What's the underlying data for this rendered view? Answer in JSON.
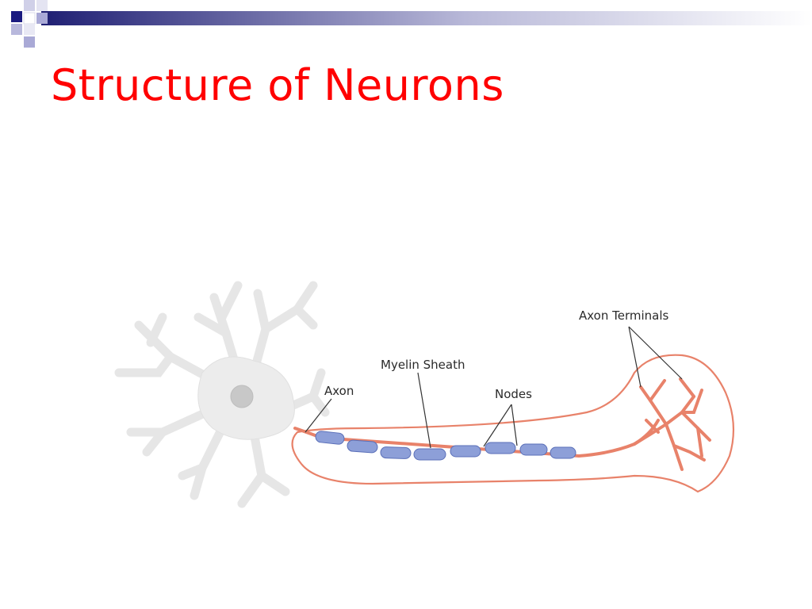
{
  "slide": {
    "title": "Structure of Neurons"
  },
  "diagram": {
    "labels": {
      "axon": "Axon",
      "myelin_sheath": "Myelin Sheath",
      "nodes": "Nodes",
      "axon_terminals": "Axon Terminals"
    }
  },
  "colors": {
    "title": "#ff0000",
    "header_dark": "#1f1f73",
    "header_light": "#ffffff",
    "header_square_dark": "#1a1a80",
    "header_square_light": "#a9a9d6",
    "cell_body": "#ececec",
    "cell_outline": "#dcdcdc",
    "nucleus": "#c8c8c8",
    "axon": "#e8826a",
    "myelin": "#8d9fd8",
    "myelin_stroke": "#5a6fb8",
    "label_text": "#2a2a2a",
    "leader_line": "#333333"
  }
}
